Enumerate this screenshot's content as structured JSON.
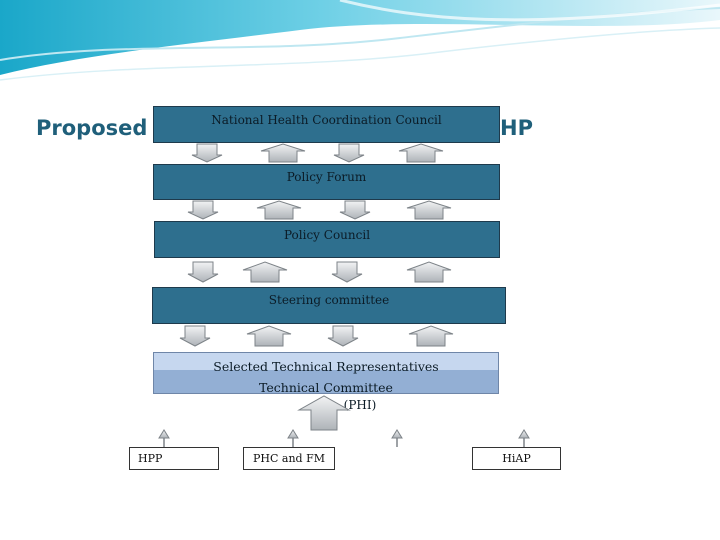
{
  "title": {
    "left": "Proposed",
    "right": "HP"
  },
  "levels": {
    "ncc": "National Health Coordination Council",
    "policy_forum": "Policy Forum",
    "policy_council": "Policy Council",
    "steering": "Steering committee",
    "tech_line1": "Selected Technical Representatives",
    "tech_line2": "Technical Committee",
    "tech_line3": "(PHI)"
  },
  "units": {
    "hpp": "HPP",
    "phc": "PHC and FM",
    "hiap": "HiAP"
  },
  "colors": {
    "box_fill": "#2e6f8e",
    "tech_top": "#c6d7ef",
    "tech_bottom": "#93afd4",
    "title": "#1f5f7a",
    "arrow": "#c9cdd1"
  },
  "arrow_rows": [
    [
      "down",
      "up",
      "down",
      "up"
    ],
    [
      "down",
      "up",
      "down",
      "up"
    ],
    [
      "down",
      "up",
      "down",
      "up"
    ],
    [
      "down",
      "up",
      "down",
      "up"
    ]
  ]
}
